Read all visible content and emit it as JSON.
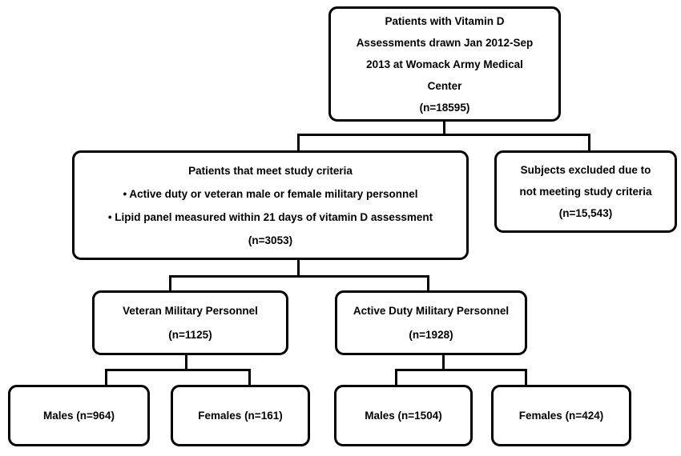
{
  "diagram": {
    "type": "patient-flow-chart",
    "colors": {
      "background": "#ffffff",
      "box_fill": "#ffffff",
      "box_border": "#000000",
      "text": "#000000",
      "connector": "#000000"
    },
    "nodes": {
      "source": {
        "lines": [
          "Patients with Vitamin D",
          "Assessments drawn Jan 2012-Sep",
          "2013 at Womack Army Medical",
          "Center",
          "(n=18595)"
        ],
        "n": "18595"
      },
      "eligible": {
        "lines": [
          "Patients that meet study criteria",
          "• Active duty or veteran male or female military personnel",
          "• Lipid panel measured within 21 days of vitamin D assessment",
          "(n=3053)"
        ],
        "n": "3053"
      },
      "excluded": {
        "lines": [
          "Subjects excluded due to",
          "not meeting study criteria",
          "(n=15,543)"
        ],
        "n": "15,543"
      },
      "veteran": {
        "lines": [
          "Veteran Military Personnel",
          "(n=1125)"
        ],
        "n": "1125"
      },
      "active_duty": {
        "lines": [
          "Active Duty Military Personnel",
          "(n=1928)"
        ],
        "n": "1928"
      },
      "veteran_males": {
        "lines": [
          "Males (n=964)"
        ],
        "n": "964"
      },
      "veteran_females": {
        "lines": [
          "Females (n=161)"
        ],
        "n": "161"
      },
      "active_males": {
        "lines": [
          "Males (n=1504)"
        ],
        "n": "1504"
      },
      "active_females": {
        "lines": [
          "Females (n=424)"
        ],
        "n": "424"
      }
    }
  }
}
